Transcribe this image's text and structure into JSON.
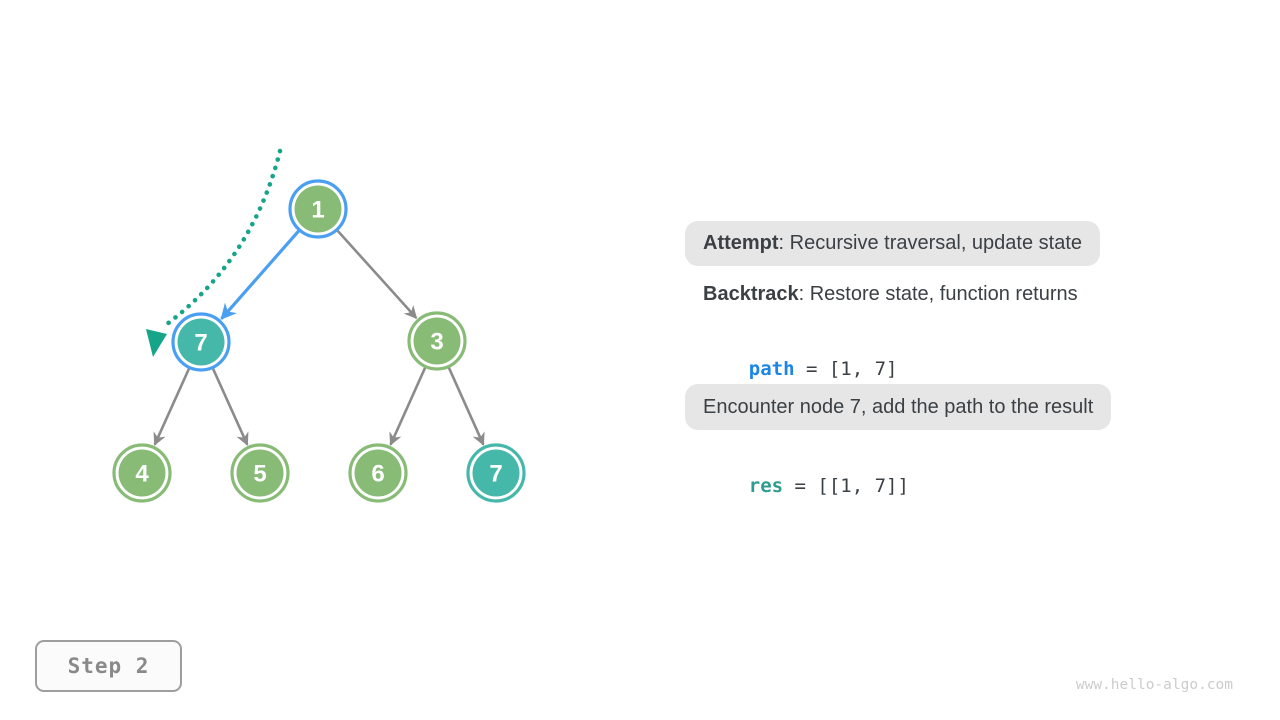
{
  "colors": {
    "background": "#ffffff",
    "node_green": "#87BB76",
    "node_teal": "#46B8AA",
    "ring_blue": "#4A9FF2",
    "edge_gray": "#8B8B8B",
    "edge_blue": "#4A9FF2",
    "trace_teal": "#17A589",
    "pill_bg": "#E6E6E6",
    "text_dark": "#3B4045",
    "code_blue": "#1C86E6",
    "code_teal": "#2E9D8F",
    "step_gray": "#8A8A8A",
    "watermark_gray": "#CCCCCC"
  },
  "tree": {
    "nodes": [
      {
        "label": "1",
        "fill": "#87BB76",
        "ring": "#4A9FF2"
      },
      {
        "label": "7",
        "fill": "#46B8AA",
        "ring": "#4A9FF2"
      },
      {
        "label": "3",
        "fill": "#87BB76",
        "ring": "#87BB76"
      },
      {
        "label": "4",
        "fill": "#87BB76",
        "ring": "#87BB76"
      },
      {
        "label": "5",
        "fill": "#87BB76",
        "ring": "#87BB76"
      },
      {
        "label": "6",
        "fill": "#87BB76",
        "ring": "#87BB76"
      },
      {
        "label": "7",
        "fill": "#46B8AA",
        "ring": "#46B8AA"
      }
    ],
    "edges": [
      {
        "from": "1",
        "to": "7",
        "color": "#4A9FF2"
      },
      {
        "from": "1",
        "to": "3",
        "color": "#8B8B8B"
      },
      {
        "from": "7",
        "to": "4",
        "color": "#8B8B8B"
      },
      {
        "from": "7",
        "to": "5",
        "color": "#8B8B8B"
      },
      {
        "from": "3",
        "to": "6",
        "color": "#8B8B8B"
      },
      {
        "from": "3",
        "to": "7",
        "color": "#8B8B8B"
      }
    ]
  },
  "panel": {
    "attempt_term": "Attempt",
    "attempt_rest": ": Recursive traversal, update state",
    "backtrack_term": "Backtrack",
    "backtrack_rest": ": Restore state, function returns",
    "path_var": "path",
    "path_rest": " = [1, 7]",
    "encounter_text": "Encounter node 7, add the path to the result",
    "res_var": "res",
    "res_rest": " = [[1, 7]]"
  },
  "step_badge": {
    "label": "Step 2"
  },
  "watermark": {
    "text": "www.hello-algo.com"
  }
}
